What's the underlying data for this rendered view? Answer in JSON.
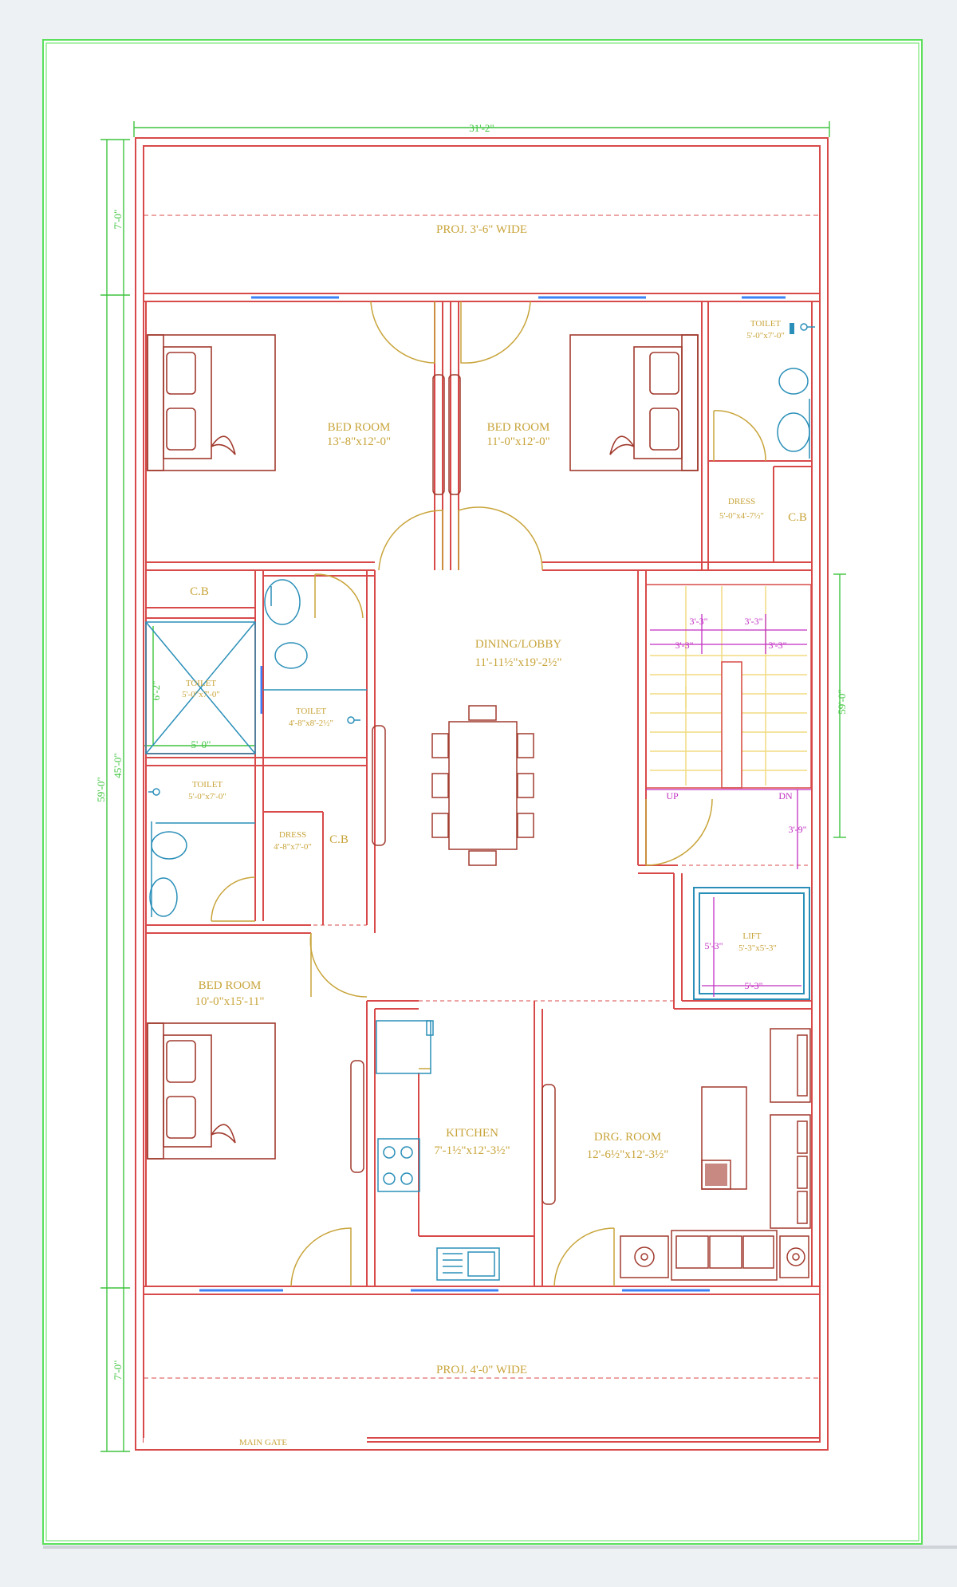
{
  "colors": {
    "wall": "#d84a4a",
    "furniture": "#a13a2e",
    "door": "#c8a43a",
    "fixture": "#2a8fb8",
    "window": "#3b82f6",
    "dimension": "#3ec43e",
    "stair_dim": "#c22fc2"
  },
  "dimensions": {
    "overall_width": "31'-2\"",
    "overall_depth": "59'-0\"",
    "left_top": "7'-0\"",
    "left_middle": "45'-0\"",
    "left_total": "59'-0\"",
    "left_bottom": "7'-0\"",
    "right_total": "59'-0\""
  },
  "projections": {
    "top": "PROJ. 3'-6\" WIDE",
    "bottom": "PROJ. 4'-0\" WIDE",
    "main_gate": "MAIN GATE"
  },
  "rooms": {
    "bed1": {
      "name": "BED ROOM",
      "size": "13'-8\"x12'-0\""
    },
    "bed2": {
      "name": "BED ROOM",
      "size": "11'-0\"x12'-0\""
    },
    "bed3": {
      "name": "BED ROOM",
      "size": "10'-0\"x15'-11\""
    },
    "toilet_top_right": {
      "name": "TOILET",
      "size": "5'-0\"x7'-0\""
    },
    "dress_top_right": {
      "name": "DRESS",
      "size": "5'-0\"x4'-7½\""
    },
    "cb_top_right": "C.B",
    "cb_left": "C.B",
    "toilet_shower": {
      "name": "TOILET",
      "size": "5'-0\"x7'-0\"",
      "dim_v": "6'-2\"",
      "dim_h": "5'-0\""
    },
    "toilet_mid": {
      "name": "TOILET",
      "size": "4'-8\"x8'-2½\""
    },
    "toilet_lower_left": {
      "name": "TOILET",
      "size": "5'-0\"x7'-0\""
    },
    "dress_lower_left": {
      "name": "DRESS",
      "size": "4'-8\"x7'-0\""
    },
    "cb_lower_left": "C.B",
    "dining": {
      "name": "DINING/LOBBY",
      "size": "11'-11½\"x19'-2½\""
    },
    "kitchen": {
      "name": "KITCHEN",
      "size": "7'-1½\"x12'-3½\""
    },
    "drawing": {
      "name": "DRG. ROOM",
      "size": "12'-6½\"x12'-3½\""
    },
    "lift": {
      "name": "LIFT",
      "size": "5'-3\"x5'-3\"",
      "dim_v": "5'-3\"",
      "dim_h": "5'-3\""
    }
  },
  "stairs": {
    "dim_a": "3'-3\"",
    "dim_b": "3'-3\"",
    "dim_c": "3'-3\"",
    "dim_d": "3'-3\"",
    "up": "UP",
    "dn": "DN",
    "landing": "3'-9\""
  }
}
